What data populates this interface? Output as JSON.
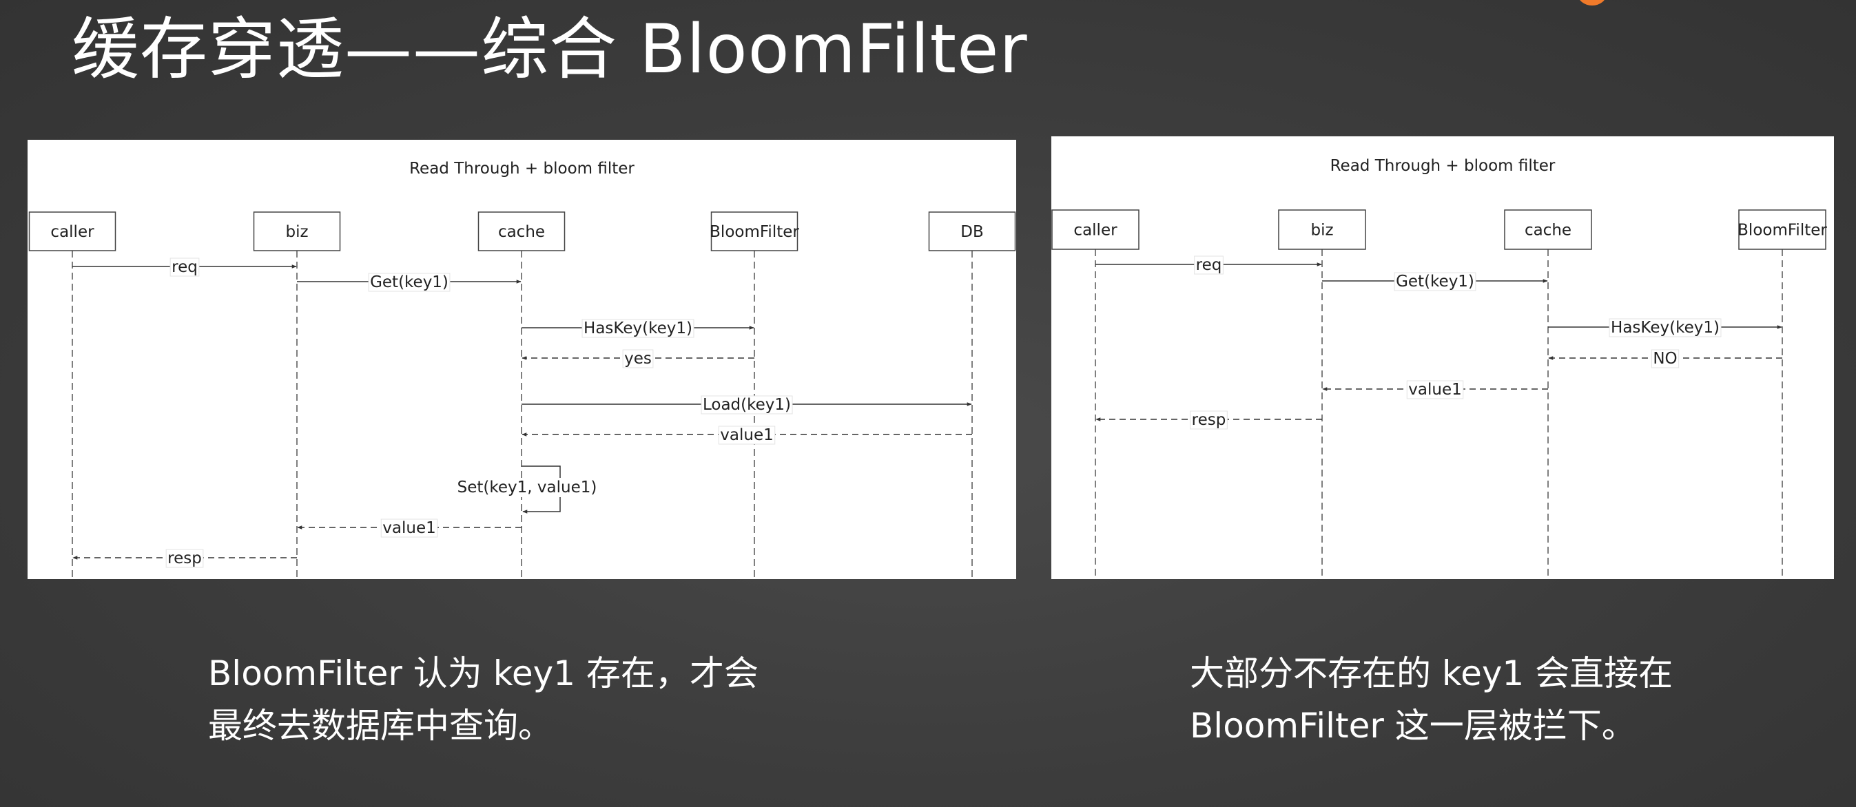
{
  "title": "缓存穿透——综合 BloomFilter",
  "colors": {
    "background": "#3c3c3c",
    "accent": "#f07a2a",
    "panel": "#ffffff",
    "line": "#333333"
  },
  "diagrams": [
    {
      "title": "Read Through + bloom filter",
      "participants": [
        "caller",
        "biz",
        "cache",
        "BloomFilter",
        "DB"
      ],
      "messages": [
        {
          "from": "caller",
          "to": "biz",
          "label": "req",
          "style": "solid"
        },
        {
          "from": "biz",
          "to": "cache",
          "label": "Get(key1)",
          "style": "solid"
        },
        {
          "from": "cache",
          "to": "BloomFilter",
          "label": "HasKey(key1)",
          "style": "solid"
        },
        {
          "from": "BloomFilter",
          "to": "cache",
          "label": "yes",
          "style": "dashed"
        },
        {
          "from": "cache",
          "to": "DB",
          "label": "Load(key1)",
          "style": "solid"
        },
        {
          "from": "DB",
          "to": "cache",
          "label": "value1",
          "style": "dashed"
        },
        {
          "from": "cache",
          "to": "cache",
          "label": "Set(key1, value1)",
          "style": "self"
        },
        {
          "from": "cache",
          "to": "biz",
          "label": "value1",
          "style": "dashed"
        },
        {
          "from": "biz",
          "to": "caller",
          "label": "resp",
          "style": "dashed"
        }
      ]
    },
    {
      "title": "Read Through + bloom filter",
      "participants": [
        "caller",
        "biz",
        "cache",
        "BloomFilter"
      ],
      "messages": [
        {
          "from": "caller",
          "to": "biz",
          "label": "req",
          "style": "solid"
        },
        {
          "from": "biz",
          "to": "cache",
          "label": "Get(key1)",
          "style": "solid"
        },
        {
          "from": "cache",
          "to": "BloomFilter",
          "label": "HasKey(key1)",
          "style": "solid"
        },
        {
          "from": "BloomFilter",
          "to": "cache",
          "label": "NO",
          "style": "dashed"
        },
        {
          "from": "cache",
          "to": "biz",
          "label": "value1",
          "style": "dashed"
        },
        {
          "from": "biz",
          "to": "caller",
          "label": "resp",
          "style": "dashed"
        }
      ]
    }
  ],
  "captions": {
    "left": [
      "BloomFilter 认为 key1 存在，才会",
      "最终去数据库中查询。"
    ],
    "right": [
      "大部分不存在的 key1 会直接在",
      "BloomFilter 这一层被拦下。"
    ]
  }
}
